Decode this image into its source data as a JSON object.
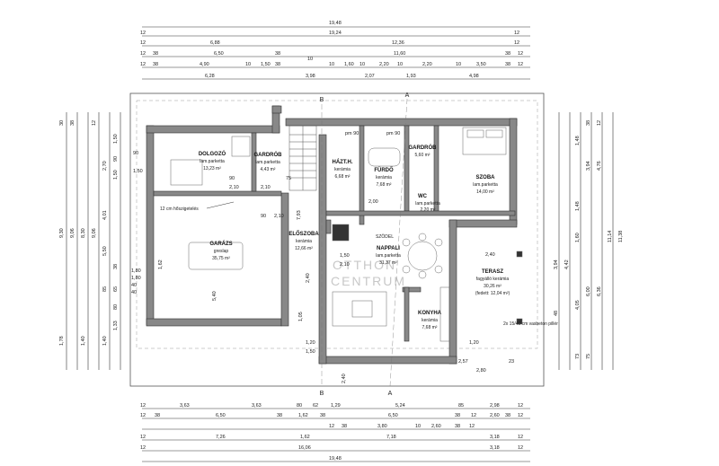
{
  "rooms": {
    "dolgozo": {
      "name": "DOLGOZÓ",
      "floor": "lam.parketta",
      "area": "13,23 m²"
    },
    "gardrob1": {
      "name": "GARDRÓB",
      "floor": "lam.parketta",
      "area": "4,43 m²"
    },
    "haztb": {
      "name": "HÁZT.H.",
      "floor": "kerámia",
      "area": "6,68 m²"
    },
    "furdo": {
      "name": "FÜRDŐ",
      "floor": "kerámia",
      "area": "7,68 m²"
    },
    "gardrob2": {
      "name": "GARDRÓB",
      "floor": "",
      "area": "5,60 m²"
    },
    "szoba": {
      "name": "SZOBA",
      "floor": "lam.parketta",
      "area": "14,00 m²"
    },
    "wc": {
      "name": "WC",
      "floor": "lam.parketta",
      "area": "2,20 m²"
    },
    "garazs": {
      "name": "GARÁZS",
      "floor": "greslap",
      "area": "35,75 m²"
    },
    "eloszoba": {
      "name": "ELŐSZOBA",
      "floor": "kerámia",
      "area": "12,66 m²"
    },
    "nappali": {
      "name": "NAPPALI",
      "floor": "lam.parketta",
      "area": "31,37 m²"
    },
    "konyha": {
      "name": "KONYHA",
      "floor": "kerámia",
      "area": "7,68 m²"
    },
    "terasz": {
      "name": "TERASZ",
      "floor": "fagyálló kerámia",
      "area": "30,26 m²",
      "extra": "(fedett: 12,04 m²)"
    }
  },
  "notes": {
    "hoszigeteles": "12 cm hőszigetelés",
    "szedel": "SZÖDEL",
    "pillar": "2x 15/40 cm vasbeton pillér",
    "section_a": "A",
    "section_b": "B"
  },
  "watermark": {
    "line1": "OTTHON",
    "line2": "CENTRUM"
  },
  "top_dims": {
    "row1": [
      "19,48"
    ],
    "row2": [
      "12",
      "19,24",
      "12"
    ],
    "row3": [
      "12",
      "6,88",
      "12,36",
      "12"
    ],
    "row4": [
      "12",
      "38",
      "6,50",
      "38",
      "10",
      "11,60",
      "38",
      "12"
    ],
    "row5": [
      "12",
      "38",
      "4,90",
      "10",
      "1,50",
      "38",
      "10",
      "1,60",
      "10",
      "2,20",
      "10",
      "2,20",
      "10",
      "3,50",
      "38",
      "12"
    ],
    "row6": [
      "6,28",
      "3,98",
      "2,07",
      "1,93",
      "4,98"
    ]
  },
  "bottom_dims": {
    "row1": [
      "12",
      "3,63",
      "3,63",
      "80",
      "62",
      "1,29",
      "5,24",
      "85",
      "2,98",
      "12"
    ],
    "row2": [
      "12",
      "38",
      "6,50",
      "38",
      "1,62",
      "38",
      "6,50",
      "38",
      "12",
      "2,60",
      "38",
      "12"
    ],
    "row3": [
      "12",
      "38",
      "3,80",
      "10",
      "2,60",
      "38",
      "12"
    ],
    "row4": [
      "12",
      "7,26",
      "1,62",
      "7,18",
      "3,18",
      "12"
    ],
    "row5": [
      "12",
      "16,06",
      "3,18",
      "12"
    ],
    "row6": [
      "19,48"
    ]
  },
  "left_dims": [
    "9,30",
    "9,06",
    "8,30",
    "9,06",
    "5,50",
    "4,01",
    "2,70",
    "1,50",
    "90",
    "1,50",
    "1,78",
    "1,40",
    "1,40",
    "38",
    "30",
    "12",
    "38",
    "65",
    "80",
    "85",
    "1,33"
  ],
  "right_dims": [
    "11,38",
    "11,14",
    "6,36",
    "6,00",
    "4,05",
    "4,42",
    "3,94",
    "1,60",
    "1,48",
    "4,76",
    "3,94",
    "1,48",
    "38",
    "12",
    "73",
    "75",
    "48"
  ],
  "inner_dims": [
    "90",
    "1,50",
    "2,10",
    "90",
    "2,10",
    "90",
    "2,10",
    "7,93",
    "2,40",
    "1,50",
    "2,10",
    "2,40",
    "5,40",
    "1,80",
    "1,80",
    "40",
    "40",
    "1,62",
    "1,05",
    "1,50",
    "2,40",
    "2,57",
    "2,80",
    "23",
    "1,20",
    "1,20",
    "75",
    "2,00",
    "pm 90",
    "pm 90"
  ]
}
